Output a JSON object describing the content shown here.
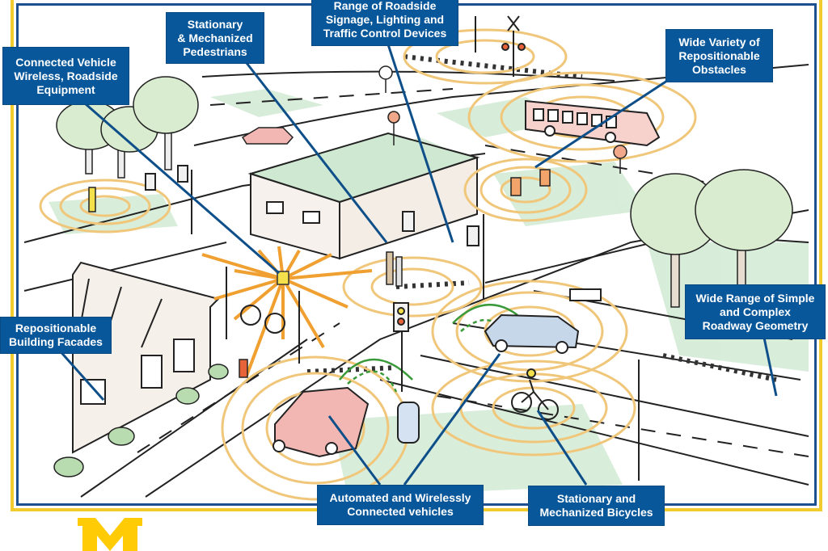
{
  "illustration": {
    "subject": "Connected and automated vehicle test facility intersection scene",
    "colors": {
      "callout_bg": "#08579a",
      "callout_text": "#ffffff",
      "leader_line": "#0e4f8a",
      "frame_blue": "#1b4f8f",
      "frame_yellow": "#f2cc2e",
      "signal_rings": "#f0c77a",
      "wireless_rays": "#f0a030",
      "v2v_dashes": "#3a9a3a",
      "logo": "#ffcb05"
    }
  },
  "callouts": [
    {
      "id": "connected-vehicle-equipment",
      "lines": [
        "Connected Vehicle",
        "Wireless, Roadside",
        "Equipment"
      ]
    },
    {
      "id": "pedestrians",
      "lines": [
        "Stationary",
        "& Mechanized",
        "Pedestrians"
      ]
    },
    {
      "id": "roadside-signage",
      "lines": [
        "Range of Roadside",
        "Signage, Lighting and",
        "Traffic Control Devices"
      ]
    },
    {
      "id": "obstacles",
      "lines": [
        "Wide Variety of",
        "Repositionable",
        "Obstacles"
      ]
    },
    {
      "id": "roadway-geometry",
      "lines": [
        "Wide Range of Simple",
        "and Complex",
        "Roadway Geometry"
      ]
    },
    {
      "id": "building-facades",
      "lines": [
        "Repositionable",
        "Building Facades"
      ]
    },
    {
      "id": "automated-vehicles",
      "lines": [
        "Automated and Wirelessly",
        "Connected vehicles"
      ]
    },
    {
      "id": "bicycles",
      "lines": [
        "Stationary and",
        "Mechanized Bicycles"
      ]
    }
  ],
  "logo": {
    "letter": "M",
    "name": "university-block-m-logo"
  }
}
